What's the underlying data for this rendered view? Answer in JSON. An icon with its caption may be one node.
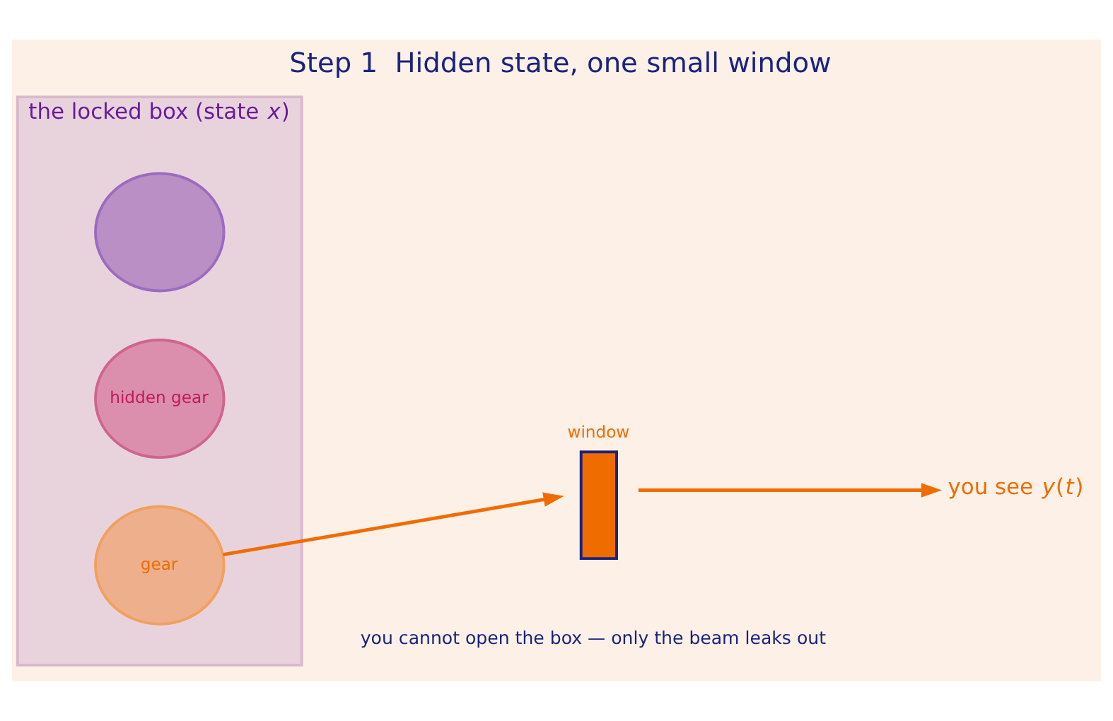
{
  "diagram": {
    "title": "Step 1  Hidden state, one small window",
    "caption": "you cannot open the box — only the beam leaks out",
    "nodes": [
      {
        "text": [
          "the locked box (state *x*)"
        ]
      },
      {
        "text": [],
        "shape": "circle",
        "in": 0
      },
      {
        "text": [
          "hidden gear"
        ],
        "in": 0
      },
      {
        "text": [
          "gear"
        ],
        "in": 0
      },
      {
        "text": [
          "window"
        ]
      },
      {
        "text": [
          "you see *y*(*t*)"
        ]
      }
    ],
    "edges": [
      {
        "from": 3,
        "to": 4,
        "arrow": "to"
      },
      {
        "from": 4,
        "to": 5,
        "arrow": "to"
      }
    ]
  }
}
